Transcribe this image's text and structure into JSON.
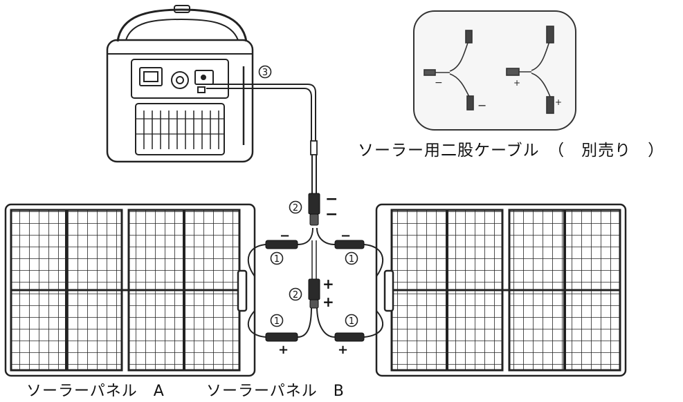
{
  "diagram": {
    "caption_ycable": "ソーラー用二股ケーブル　（　別売り　）",
    "caption_panel_a": "ソーラーパネル　A",
    "caption_panel_b": "ソーラーパネル　B",
    "callout_3": "3",
    "callout_2": "2",
    "callout_1": "1",
    "sign_minus": "−",
    "sign_plus": "+"
  }
}
